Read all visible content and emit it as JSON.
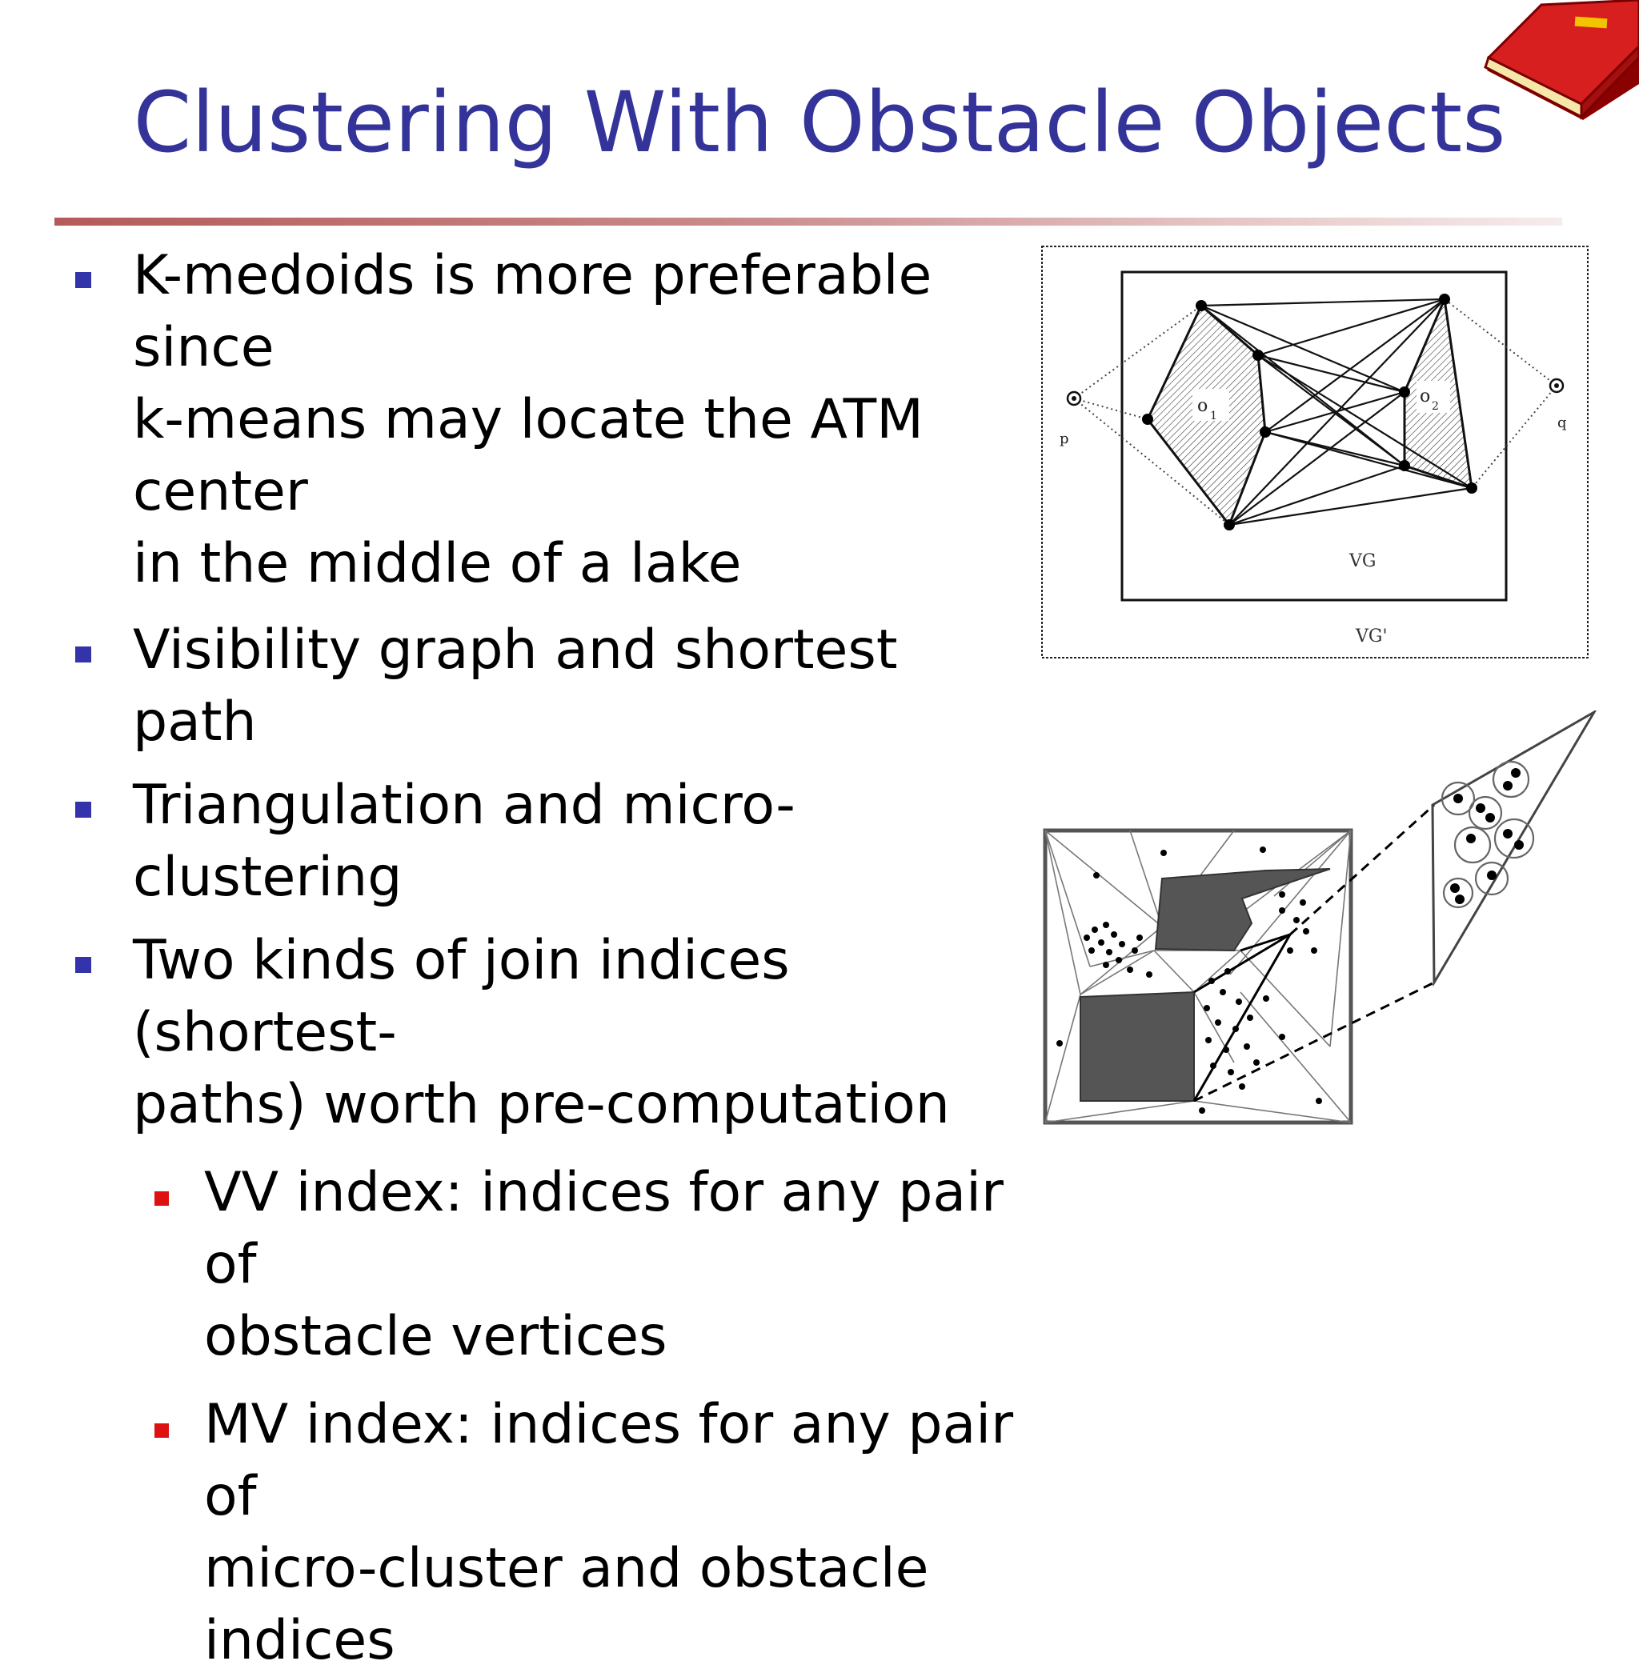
{
  "slide": {
    "title": "Clustering With Obstacle Objects",
    "bullets": [
      {
        "lines": [
          "K-medoids is more preferable since",
          "k-means may locate the ATM center",
          "in the middle of a lake"
        ]
      },
      {
        "lines": [
          "Visibility graph and shortest path"
        ]
      },
      {
        "lines": [
          "Triangulation and micro-clustering"
        ]
      },
      {
        "lines": [
          "Two kinds of join indices (shortest-",
          "paths) worth pre-computation"
        ],
        "subbullets": [
          {
            "lines": [
              "VV index: indices for any pair of",
              "obstacle vertices"
            ]
          },
          {
            "lines": [
              "MV index: indices for any pair of",
              "micro-cluster and obstacle",
              "indices"
            ]
          }
        ]
      }
    ]
  },
  "figure_visibility_graph": {
    "obstacle_1_label": "o",
    "obstacle_1_sub": "1",
    "obstacle_2_label": "o",
    "obstacle_2_sub": "2",
    "point_p_label": "p",
    "point_q_label": "q",
    "inner_box_label": "VG",
    "outer_box_label": "VG'"
  },
  "colors": {
    "title": "#333399",
    "bullet_marker": "#3333aa",
    "sub_bullet_marker": "#dd1111",
    "obstacle_fill": "#555555"
  },
  "icons": {
    "book": "red-book-icon"
  }
}
